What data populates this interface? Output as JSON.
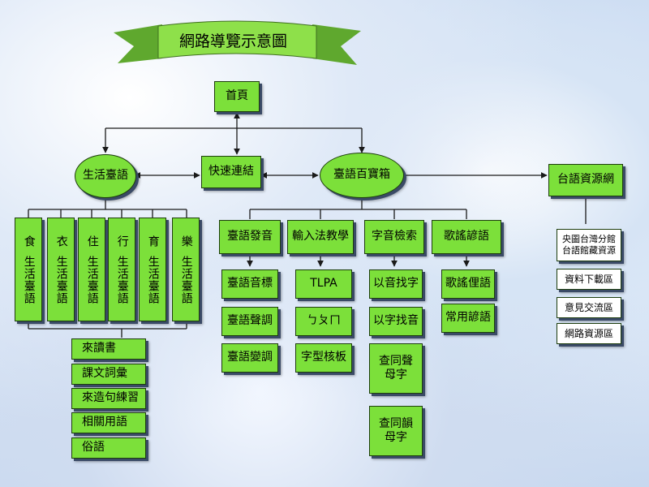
{
  "title": "網路導覽示意圖",
  "nodes": {
    "home": "首頁",
    "quick_links": "快速連結",
    "life_taiwanese": "生活臺語",
    "taiwanese_treasure": "臺語百寶箱",
    "taiwanese_resources": "台語資源網"
  },
  "life_columns": [
    {
      "head": "食",
      "body": "生活臺語"
    },
    {
      "head": "衣",
      "body": "生活臺語"
    },
    {
      "head": "住",
      "body": "生活臺語"
    },
    {
      "head": "行",
      "body": "生活臺語"
    },
    {
      "head": "育",
      "body": "生活臺語"
    },
    {
      "head": "樂",
      "body": "生活臺語"
    }
  ],
  "life_list": [
    "來讀書",
    "課文詞彙",
    "來造句練習",
    "相關用語",
    "俗語"
  ],
  "treasure_categories": [
    {
      "label": "臺語發音",
      "items": [
        "臺語音標",
        "臺語聲調",
        "臺語變調"
      ]
    },
    {
      "label": "輸入法教學",
      "items": [
        "TLPA",
        "ㄅㄆㄇ",
        "字型核板"
      ]
    },
    {
      "label": "字音檢索",
      "items": [
        "以音找字",
        "以字找音",
        "查同聲母字",
        "查同韻母字"
      ]
    },
    {
      "label": "歌謠諺語",
      "items": [
        "歌謠俚語",
        "常用諺語"
      ]
    }
  ],
  "resources_list": [
    "央圖台灣分館\n台語館藏資源",
    "資料下載區",
    "意見交流區",
    "網路資源區"
  ],
  "colors": {
    "node_fill": "#7ce03a",
    "node_border": "#1d3d0d",
    "line": "#1a1a1a",
    "banner": "#8ee04a"
  }
}
